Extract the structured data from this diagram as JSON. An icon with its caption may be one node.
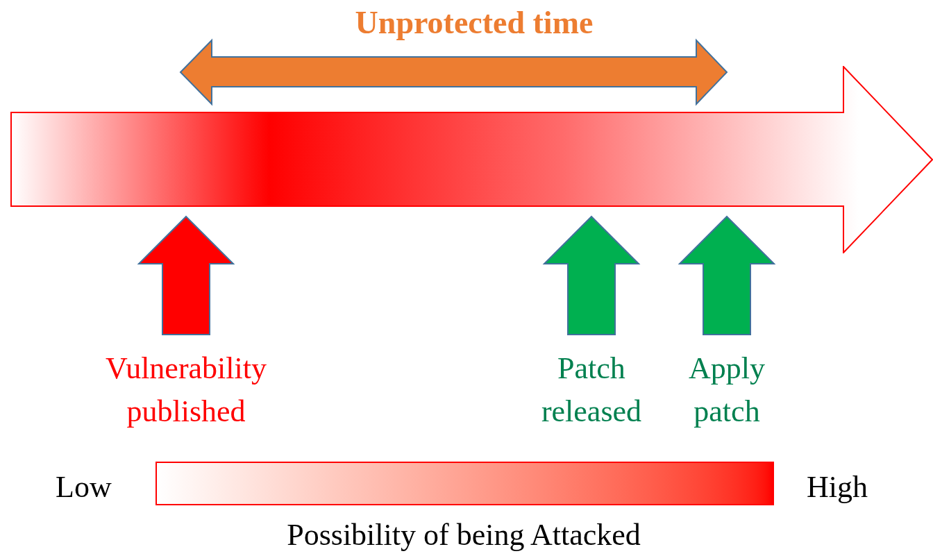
{
  "diagram": {
    "nodes": [
      {
        "text": [],
        "shape": "arrow"
      },
      {
        "text": [
          "Vulnerability published"
        ]
      },
      {
        "text": [
          "Patch released"
        ]
      },
      {
        "text": [
          "Apply patch"
        ]
      },
      {
        "text": [],
        "shape": "bar"
      }
    ],
    "edges": [
      {
        "from": 1,
        "to": 0,
        "arrow": "to",
        "style": "thick",
        "color": "#ff0000"
      },
      {
        "from": 2,
        "to": 0,
        "arrow": "to",
        "style": "thick",
        "color": "#00b050"
      },
      {
        "from": 3,
        "to": 0,
        "arrow": "to",
        "style": "thick",
        "color": "#00b050"
      }
    ],
    "labels": [
      "Unprotected time",
      "Low",
      "High",
      "Possibility of being Attacked"
    ]
  }
}
